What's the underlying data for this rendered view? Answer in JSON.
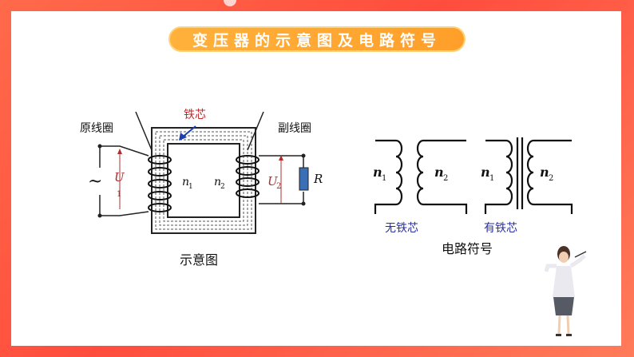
{
  "slide": {
    "title": "变压器的示意图及电路符号"
  },
  "schematic": {
    "caption": "示意图",
    "core_label": "铁芯",
    "primary_coil_label": "原线圈",
    "secondary_coil_label": "副线圈",
    "n1": "n",
    "n1_sub": "1",
    "n2": "n",
    "n2_sub": "2",
    "u1": "U",
    "u1_sub": "1",
    "u2": "U",
    "u2_sub": "2",
    "resistor": "R",
    "ac_source": "~"
  },
  "symbols": {
    "caption": "电路符号",
    "no_core_label": "无铁芯",
    "with_core_label": "有铁芯",
    "n1": "n",
    "n1_sub": "1",
    "n2": "n",
    "n2_sub": "2"
  },
  "colors": {
    "accent": "#ff5a3c",
    "title_pill": "#ffa833",
    "core_label": "#c0292b",
    "label_blue": "#2a2f9e",
    "resistor": "#3a6fb5"
  }
}
